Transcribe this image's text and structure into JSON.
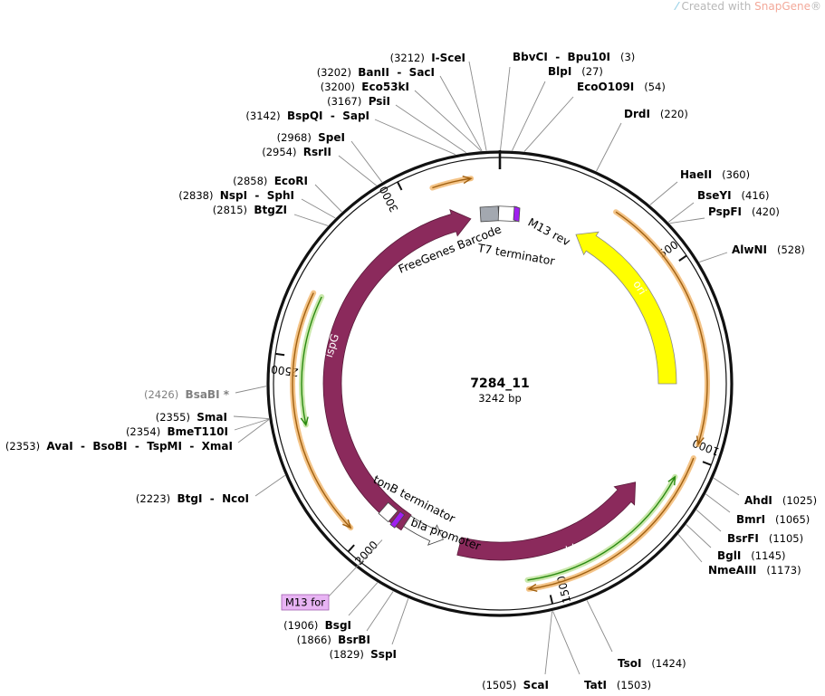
{
  "watermark": {
    "prefix": "Created with ",
    "brand": "SnapGene",
    "suffix": "®"
  },
  "plasmid": {
    "name": "7284_11",
    "length_label": "3242 bp"
  },
  "ruler_ticks": [
    "500",
    "1000",
    "1500",
    "2000",
    "2500",
    "3000"
  ],
  "sites": [
    {
      "pos": "(3)",
      "names": [
        "BbvCI",
        "Bpu10I"
      ]
    },
    {
      "pos": "(27)",
      "names": [
        "BlpI"
      ]
    },
    {
      "pos": "(54)",
      "names": [
        "EcoO109I"
      ]
    },
    {
      "pos": "(220)",
      "names": [
        "DrdI"
      ]
    },
    {
      "pos": "(360)",
      "names": [
        "HaeII"
      ]
    },
    {
      "pos": "(416)",
      "names": [
        "BseYI"
      ]
    },
    {
      "pos": "(420)",
      "names": [
        "PspFI"
      ]
    },
    {
      "pos": "(528)",
      "names": [
        "AlwNI"
      ]
    },
    {
      "pos": "(1025)",
      "names": [
        "AhdI"
      ]
    },
    {
      "pos": "(1065)",
      "names": [
        "BmrI"
      ]
    },
    {
      "pos": "(1105)",
      "names": [
        "BsrFI"
      ]
    },
    {
      "pos": "(1145)",
      "names": [
        "BglI"
      ]
    },
    {
      "pos": "(1173)",
      "names": [
        "NmeAIII"
      ]
    },
    {
      "pos": "(1424)",
      "names": [
        "TsoI"
      ]
    },
    {
      "pos": "(1503)",
      "names": [
        "TatI"
      ]
    },
    {
      "pos": "(1505)",
      "names": [
        "ScaI"
      ]
    },
    {
      "pos": "(1829)",
      "names": [
        "SspI"
      ]
    },
    {
      "pos": "(1866)",
      "names": [
        "BsrBI"
      ]
    },
    {
      "pos": "(1906)",
      "names": [
        "BsgI"
      ]
    },
    {
      "pos": "(2223)",
      "names": [
        "BtgI",
        "NcoI"
      ]
    },
    {
      "pos": "(2353)",
      "names": [
        "AvaI",
        "BsoBI",
        "TspMI",
        "XmaI"
      ]
    },
    {
      "pos": "(2354)",
      "names": [
        "BmeT110I"
      ]
    },
    {
      "pos": "(2355)",
      "names": [
        "SmaI"
      ]
    },
    {
      "pos": "(2426)",
      "names": [
        "BsaBI *"
      ],
      "dim": true
    },
    {
      "pos": "(2815)",
      "names": [
        "BtgZI"
      ]
    },
    {
      "pos": "(2838)",
      "names": [
        "NspI",
        "SphI"
      ]
    },
    {
      "pos": "(2858)",
      "names": [
        "EcoRI"
      ]
    },
    {
      "pos": "(2954)",
      "names": [
        "RsrII"
      ]
    },
    {
      "pos": "(2968)",
      "names": [
        "SpeI"
      ]
    },
    {
      "pos": "(3142)",
      "names": [
        "BspQI",
        "SapI"
      ]
    },
    {
      "pos": "(3167)",
      "names": [
        "PsiI"
      ]
    },
    {
      "pos": "(3200)",
      "names": [
        "Eco53kI"
      ]
    },
    {
      "pos": "(3202)",
      "names": [
        "BanII",
        "SacI"
      ]
    },
    {
      "pos": "(3212)",
      "names": [
        "I-SceI"
      ]
    }
  ],
  "primer_label": "M13 for",
  "features": {
    "ori": "ori",
    "bla": "bla",
    "ispG": "ispG",
    "freegenes": "FreeGenes Barcode",
    "t7": "T7 terminator",
    "m13rev": "M13 rev",
    "tonb": "tonB terminator",
    "bla_promoter": "bla promoter"
  },
  "colors": {
    "ori": "#ffff00",
    "cds": "#8b2a5c",
    "primer": "#a020f0",
    "primer_label_bg": "#e8b4f4",
    "barcode": "#a3a8b0",
    "orange_halo": "#f0b060",
    "green_halo": "#b8e090"
  }
}
